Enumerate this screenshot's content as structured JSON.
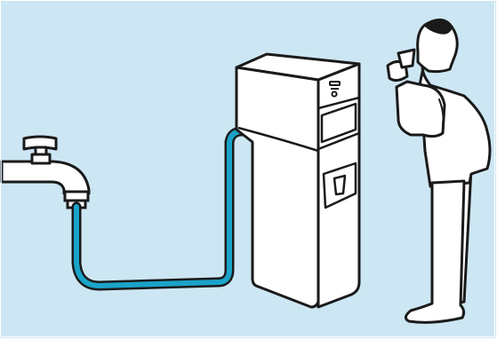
{
  "illustration": {
    "background_color": "#cde6f3",
    "outline_color": "#1a1a1a",
    "hose_color": "#1ba3c9",
    "dispenser_fill": "#ffffff",
    "scene": [
      "faucet",
      "water-hose",
      "water-dispenser",
      "person-drinking"
    ]
  }
}
